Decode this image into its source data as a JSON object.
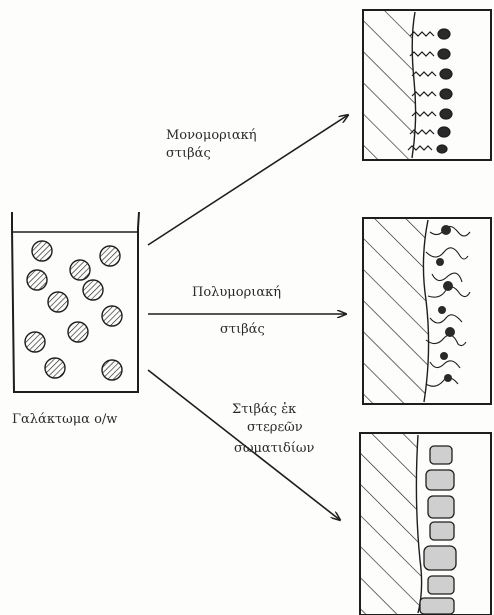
{
  "labels": {
    "emulsion": "Γαλάκτωμα o/w",
    "monolayer": [
      "Μονομοριακή",
      "στιβάς"
    ],
    "multilayer": [
      "Πολυμοριακή",
      "στιβάς"
    ],
    "solid": [
      "Στιβάς ἐκ",
      "στερεῶν",
      "σωματιδίων"
    ]
  },
  "colors": {
    "ink": "#1e1e1e",
    "paper": "#fdfdfb"
  }
}
